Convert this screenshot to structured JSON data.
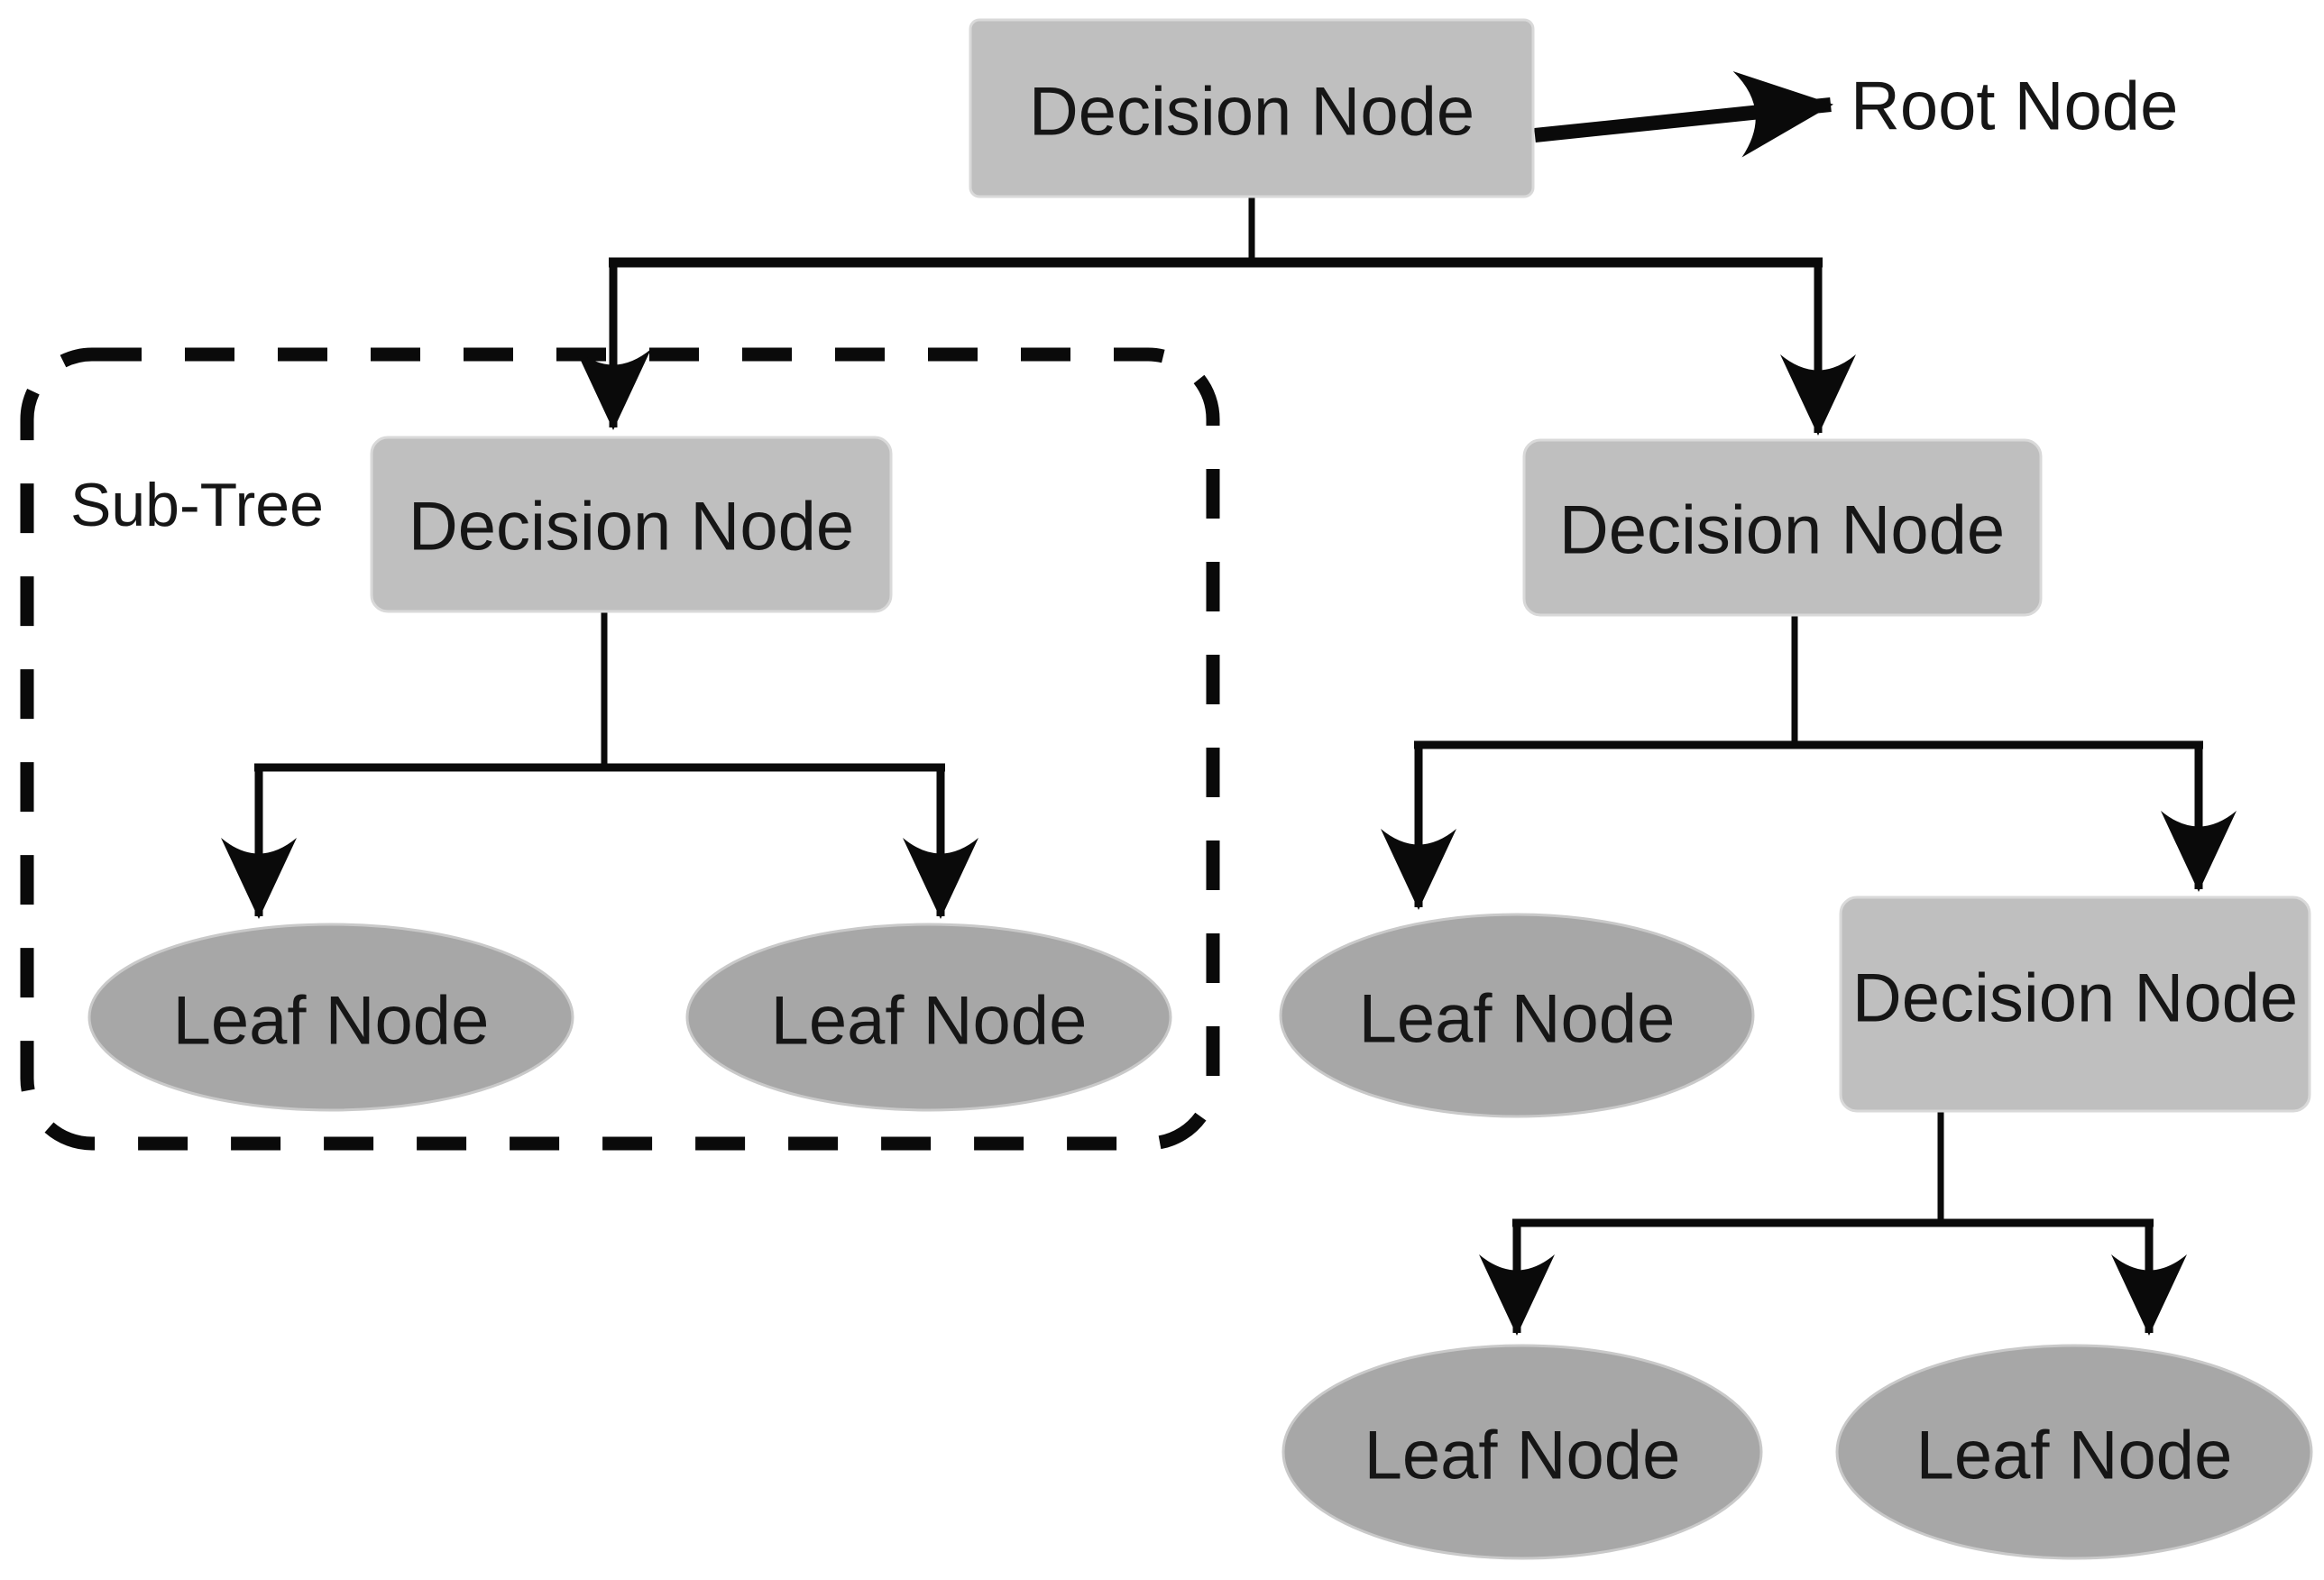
{
  "diagram": {
    "type": "decision-tree",
    "annotations": {
      "root_pointer_label": "Root Node",
      "subtree_label": "Sub-Tree"
    },
    "nodes": {
      "root": {
        "label": "Decision Node",
        "type": "decision",
        "shape": "rect"
      },
      "left_decision": {
        "label": "Decision Node",
        "type": "decision",
        "shape": "rect"
      },
      "right_decision": {
        "label": "Decision Node",
        "type": "decision",
        "shape": "rect"
      },
      "sub_decision": {
        "label": "Decision Node",
        "type": "decision",
        "shape": "rect"
      },
      "left_leaf_1": {
        "label": "Leaf Node",
        "type": "leaf",
        "shape": "ellipse"
      },
      "left_leaf_2": {
        "label": "Leaf Node",
        "type": "leaf",
        "shape": "ellipse"
      },
      "right_leaf_1": {
        "label": "Leaf Node",
        "type": "leaf",
        "shape": "ellipse"
      },
      "sub_leaf_1": {
        "label": "Leaf Node",
        "type": "leaf",
        "shape": "ellipse"
      },
      "sub_leaf_2": {
        "label": "Leaf Node",
        "type": "leaf",
        "shape": "ellipse"
      }
    },
    "colors": {
      "decision_fill": "#bfbfbf",
      "decision_border": "#d9d9d9",
      "leaf_fill": "#a7a7a7",
      "leaf_border": "#c9c9c9",
      "line": "#0a0a0a",
      "text": "#161616",
      "background": "#ffffff"
    }
  }
}
